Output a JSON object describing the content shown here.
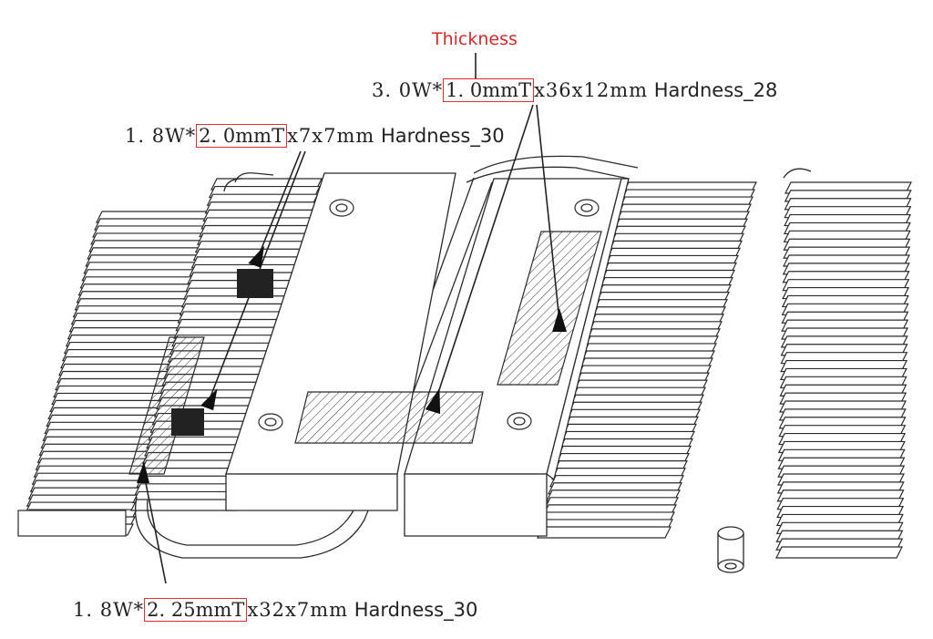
{
  "callout_thickness": "Thickness",
  "pad_top_right": {
    "power": "3. 0W*",
    "thickness": "1. 0mmT",
    "size": "x36x12mm",
    "hardness": "Hardness_28"
  },
  "pad_top_left": {
    "power": "1. 8W*",
    "thickness": "2. 0mmT",
    "size": "x7x7mm",
    "hardness": "Hardness_30"
  },
  "pad_bottom": {
    "power": "1. 8W*",
    "thickness": "2. 25mmT",
    "size": "x32x7mm",
    "hardness": "Hardness_30"
  },
  "colors": {
    "line": "#2a2a2a",
    "highlight_box": "#e03030",
    "thickness_text": "#d62828",
    "pad_fill": "#222222"
  }
}
